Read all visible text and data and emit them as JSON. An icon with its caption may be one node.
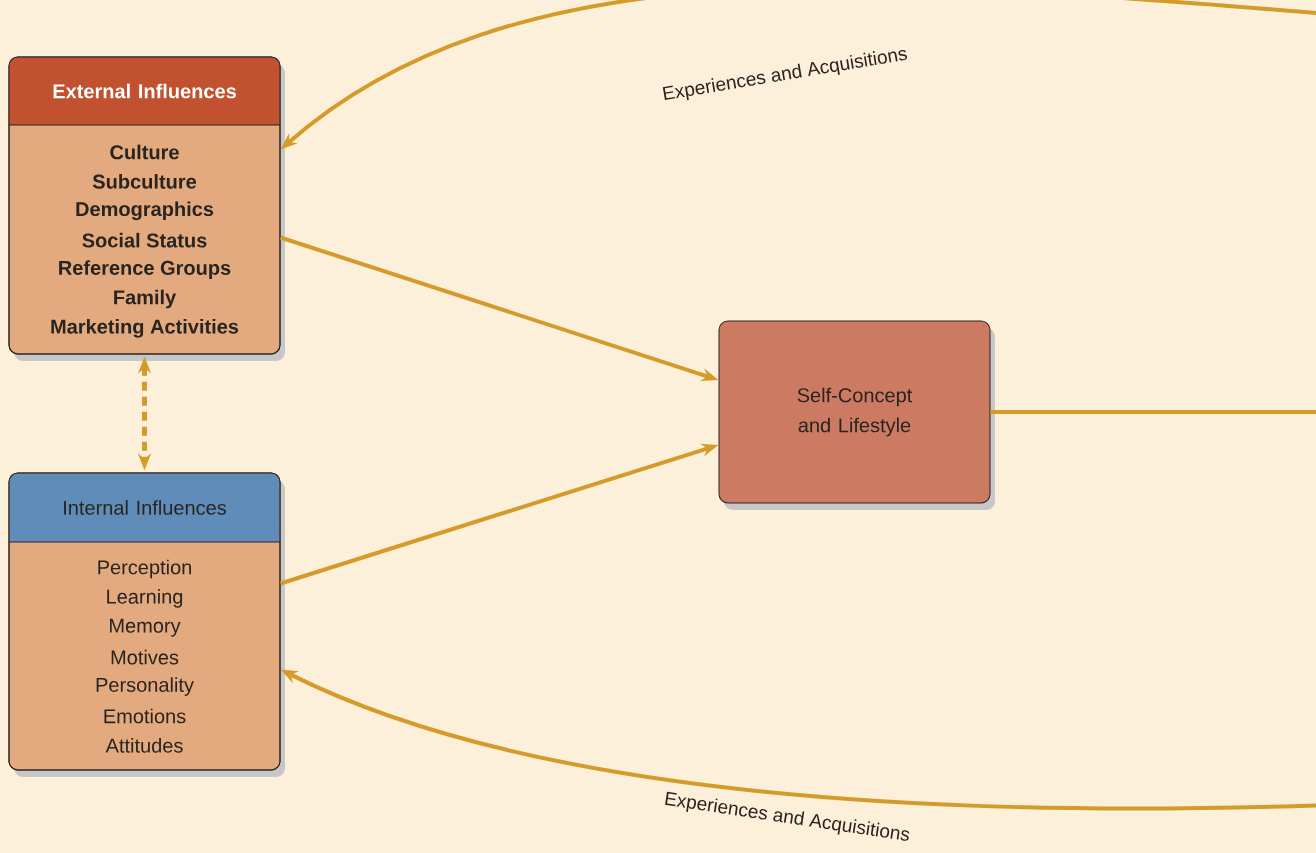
{
  "diagram": {
    "nodes": [
      {
        "text": [
          "External Influences",
          "Culture",
          "Subculture",
          "Demographics",
          "Social Status",
          "Reference Groups",
          "Family",
          "Marketing Activities"
        ]
      },
      {
        "text": [
          "Self-Concept and Lifestyle"
        ]
      },
      {
        "text": [
          "Internal Influences",
          "Perception",
          "Learning",
          "Memory",
          "Motives",
          "Personality",
          "Emotions",
          "Attitudes"
        ]
      }
    ],
    "edges": [
      {
        "from": null,
        "to": 0,
        "arrow": "to",
        "label": "Experiences and Acquisitions"
      },
      {
        "from": 0,
        "to": 1,
        "arrow": "to"
      },
      {
        "from": 2,
        "to": 1,
        "arrow": "to"
      },
      {
        "from": 0,
        "to": 2,
        "arrow": "both",
        "style": "dashed"
      },
      {
        "from": 1,
        "to": null,
        "arrow": "none"
      },
      {
        "from": null,
        "to": 2,
        "arrow": "to",
        "label": "Experiences and Acquisitions"
      }
    ]
  }
}
